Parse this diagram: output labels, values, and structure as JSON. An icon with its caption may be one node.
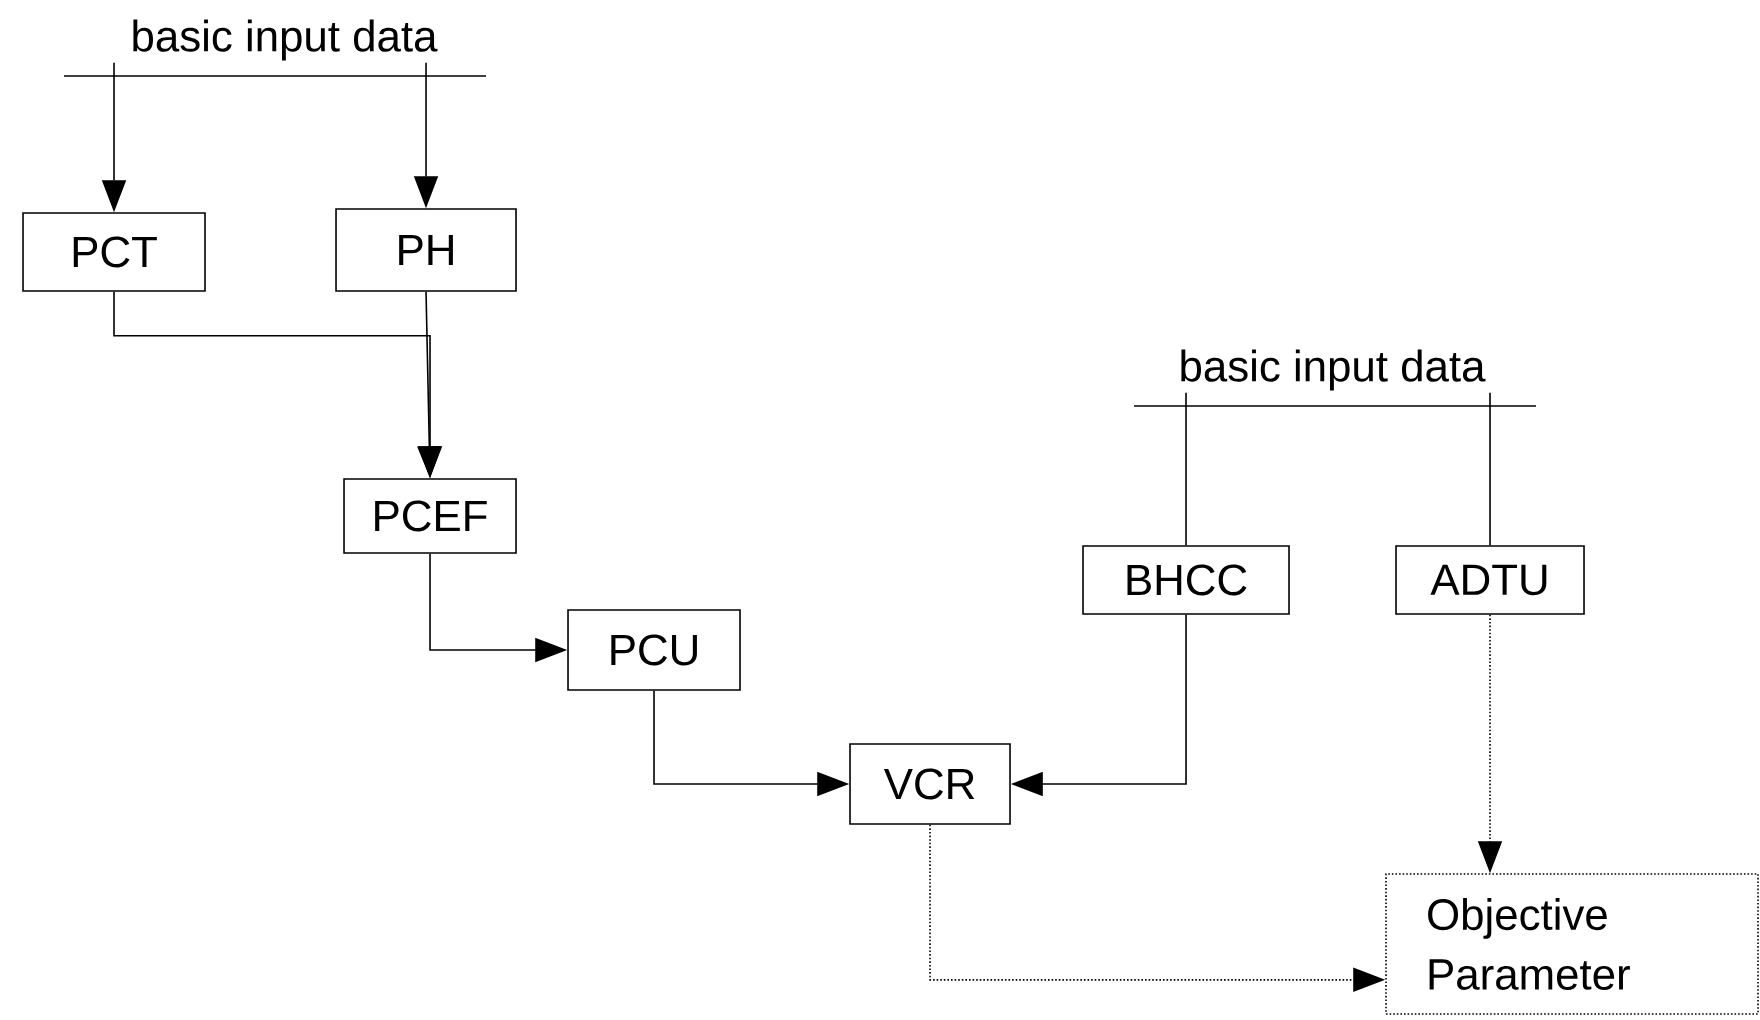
{
  "diagram": {
    "nodes": [
      {
        "text": [
          "basic input data"
        ]
      },
      {
        "text": [
          "PCT"
        ]
      },
      {
        "text": [
          "PH"
        ]
      },
      {
        "text": [
          "PCEF"
        ]
      },
      {
        "text": [
          "PCU"
        ]
      },
      {
        "text": [
          "basic input data"
        ]
      },
      {
        "text": [
          "BHCC"
        ]
      },
      {
        "text": [
          "ADTU"
        ]
      },
      {
        "text": [
          "VCR"
        ]
      },
      {
        "text": [
          "Objective Parameter"
        ]
      }
    ],
    "edges": [
      {
        "from": 0,
        "to": 1,
        "arrow": "to"
      },
      {
        "from": 0,
        "to": 2,
        "arrow": "to"
      },
      {
        "from": 1,
        "to": 3,
        "arrow": "to"
      },
      {
        "from": 2,
        "to": 3,
        "arrow": "to"
      },
      {
        "from": 3,
        "to": 4,
        "arrow": "to"
      },
      {
        "from": 4,
        "to": 8,
        "arrow": "to"
      },
      {
        "from": 6,
        "to": 8,
        "arrow": "to"
      },
      {
        "from": 5,
        "to": 6,
        "arrow": "none"
      },
      {
        "from": 5,
        "to": 7,
        "arrow": "none"
      },
      {
        "from": 7,
        "to": 9,
        "arrow": "to",
        "style": "dashed"
      },
      {
        "from": 8,
        "to": 9,
        "arrow": "to",
        "style": "dashed"
      }
    ]
  }
}
